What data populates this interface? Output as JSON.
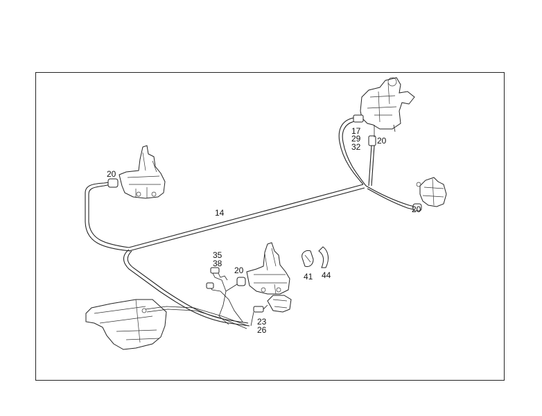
{
  "callouts": {
    "n14": "14",
    "n20_left": "20",
    "n20_top": "20",
    "n20_right": "20",
    "n20_mid": "20",
    "n17": "17",
    "n29": "29",
    "n32": "32",
    "n35": "35",
    "n38": "38",
    "n41": "41",
    "n44": "44",
    "n23": "23",
    "n26": "26"
  }
}
